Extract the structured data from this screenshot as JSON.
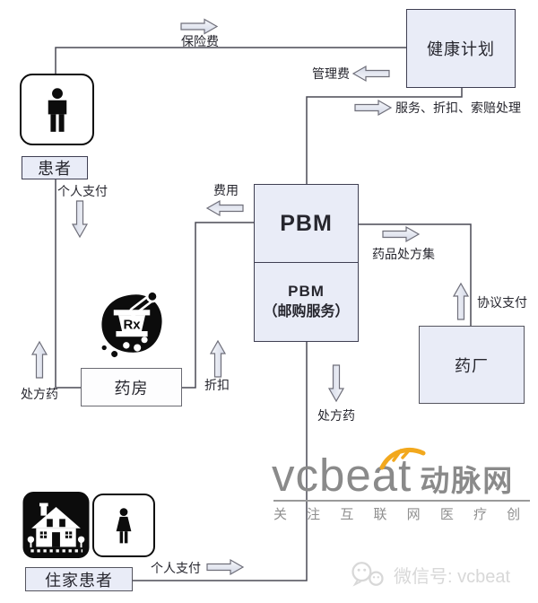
{
  "nodes": {
    "patient": "患者",
    "health_plan": "健康计划",
    "pbm": "PBM",
    "pbm_mail_title": "PBM",
    "pbm_mail_sub": "（邮购服务）",
    "pharmacy": "药房",
    "drug_manufacturer": "药厂",
    "home_patient": "住家患者"
  },
  "flow_labels": {
    "insurance_premium": "保险费",
    "management_fee": "管理费",
    "service_discount_claims": "服务、折扣、索赔处理",
    "personal_payment_top": "个人支付",
    "fee": "费用",
    "drug_formulary": "药品处方集",
    "agreement_payment": "协议支付",
    "prescription_drug_left": "处方药",
    "discount": "折扣",
    "prescription_drug_bottom": "处方药",
    "personal_payment_bottom": "个人支付"
  },
  "icons": {
    "patient": "male-person-icon",
    "pharmacy": "mortar-pestle-rx-icon",
    "home": "house-icon",
    "home_patient": "female-person-icon",
    "wechat": "wechat-bubbles-icon",
    "logo_swoosh": "orange-swoosh-icon",
    "rx_symbol": "Rx"
  },
  "branding": {
    "logo_text": "vcbeat",
    "logo_cn": "动脉网",
    "tagline": "关 注 互 联 网 医 疗 创 业",
    "wechat_id": "微信号: vcbeat"
  },
  "colors": {
    "box_fill": "#e9ecf7",
    "box_border": "#3f3f52",
    "connector": "#4a4a55",
    "arrow_fill_light": "#f7f8fc",
    "arrow_fill_dark": "#d3d8e6",
    "arrow_border": "#6f6f7a",
    "text": "#26262e",
    "logo_gray": "#8a8a8a",
    "logo_orange": "#f2a81d",
    "watermark": "#d8d8d8"
  }
}
